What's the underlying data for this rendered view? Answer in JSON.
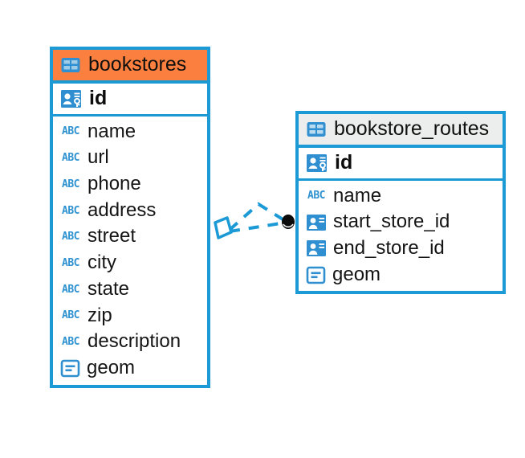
{
  "diagram": {
    "title": "Database entity relationship diagram",
    "background_color": "#ffffff",
    "accent_color": "#1b9ad6",
    "highlight_color": "#fb8040",
    "header_plain_color": "#eceded"
  },
  "entities": [
    {
      "name": "bookstores",
      "header_style": "accent",
      "table_icon": "table-grid-icon",
      "primary_key": {
        "label": "id",
        "icon": "primary-key-icon"
      },
      "fields": [
        {
          "label": "name",
          "icon": "abc-text-icon",
          "icon_text": "ABC"
        },
        {
          "label": "url",
          "icon": "abc-text-icon",
          "icon_text": "ABC"
        },
        {
          "label": "phone",
          "icon": "abc-text-icon",
          "icon_text": "ABC"
        },
        {
          "label": "address",
          "icon": "abc-text-icon",
          "icon_text": "ABC"
        },
        {
          "label": "street",
          "icon": "abc-text-icon",
          "icon_text": "ABC"
        },
        {
          "label": "city",
          "icon": "abc-text-icon",
          "icon_text": "ABC"
        },
        {
          "label": "state",
          "icon": "abc-text-icon",
          "icon_text": "ABC"
        },
        {
          "label": "zip",
          "icon": "abc-text-icon",
          "icon_text": "ABC"
        },
        {
          "label": "description",
          "icon": "abc-text-icon",
          "icon_text": "ABC"
        },
        {
          "label": "geom",
          "icon": "geometry-icon",
          "icon_text": ""
        }
      ]
    },
    {
      "name": "bookstore_routes",
      "header_style": "plain",
      "table_icon": "table-grid-icon",
      "primary_key": {
        "label": "id",
        "icon": "primary-key-icon"
      },
      "fields": [
        {
          "label": "name",
          "icon": "abc-text-icon",
          "icon_text": "ABC"
        },
        {
          "label": "start_store_id",
          "icon": "foreign-key-icon",
          "icon_text": ""
        },
        {
          "label": "end_store_id",
          "icon": "foreign-key-icon",
          "icon_text": ""
        },
        {
          "label": "geom",
          "icon": "geometry-icon",
          "icon_text": ""
        }
      ]
    }
  ],
  "relationship": {
    "style": "dashed",
    "color": "#1b9ad6",
    "source_marker": "diamond-outline",
    "target_marker": "filled-circle",
    "target_marker_color": "#0a0a0a"
  }
}
